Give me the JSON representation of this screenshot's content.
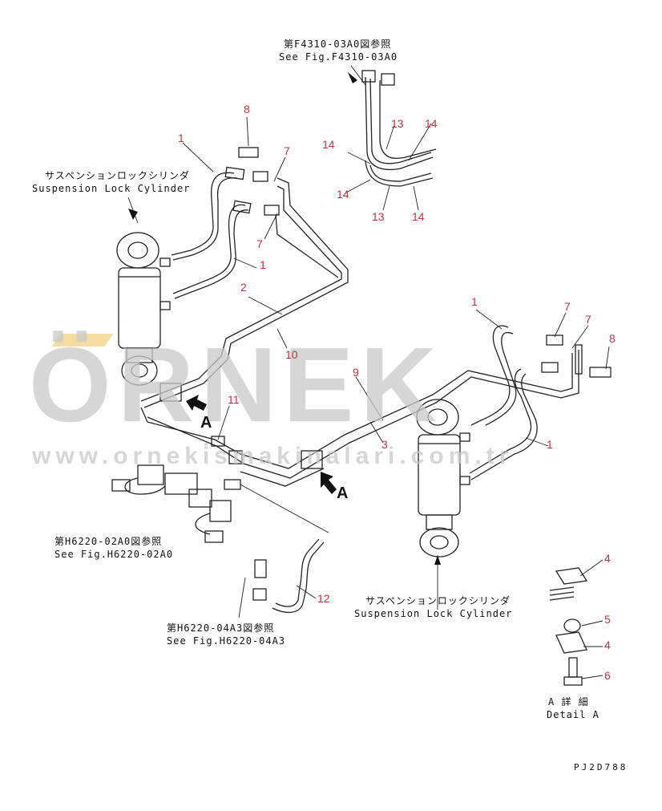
{
  "watermark": {
    "brand": "ÖRNEK",
    "url": "www.orneki̇smakinalari.com.tr"
  },
  "refs": {
    "top_jp": "第F4310-03A0図参照",
    "top_en": "See Fig.F4310-03A0",
    "left_jp": "第H6220-02A0図参照",
    "left_en": "See Fig.H6220-02A0",
    "bottom_jp": "第H6220-04A3図参照",
    "bottom_en": "See Fig.H6220-04A3"
  },
  "cylinders": {
    "left_jp": "サスペンションロックシリンダ",
    "left_en": "Suspension Lock Cylinder",
    "right_jp": "サスペンションロックシリンダ",
    "right_en": "Suspension Lock Cylinder"
  },
  "section_marks": {
    "a1": "A",
    "a2": "A"
  },
  "detail": {
    "jp": "A  詳 細",
    "en": "Detail A"
  },
  "drawing_code": "PJ2D788",
  "part_numbers": [
    "8",
    "1",
    "7",
    "7",
    "1",
    "2",
    "10",
    "11",
    "13",
    "14",
    "14",
    "14",
    "13",
    "14",
    "1",
    "7",
    "7",
    "8",
    "9",
    "3",
    "1",
    "12",
    "4",
    "5",
    "4",
    "6"
  ]
}
